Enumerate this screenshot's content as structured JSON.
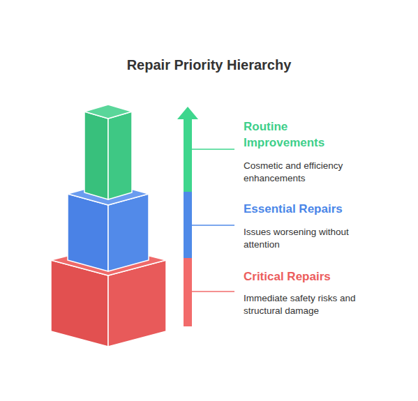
{
  "diagram": {
    "title": "Repair Priority Hierarchy",
    "labels": [
      "Routine Improvements",
      "Cosmetic and efficiency enhancements",
      "Essential Repairs",
      "Issues worsening without attention",
      "Critical Repairs",
      "Immediate safety risks and structural damage"
    ]
  }
}
